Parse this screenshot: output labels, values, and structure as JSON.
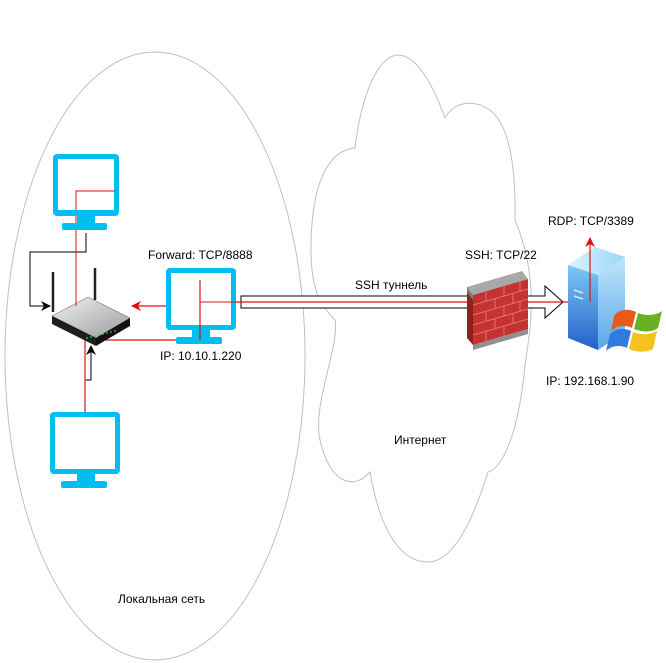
{
  "diagram": {
    "regions": {
      "local_network": "Локальная сеть",
      "internet": "Интернет"
    },
    "labels": {
      "forward": "Forward: TCP/8888",
      "client_ip": "IP: 10.10.1.220",
      "tunnel": "SSH туннель",
      "ssh_port": "SSH: TCP/22",
      "rdp_port": "RDP: TCP/3389",
      "server_ip": "IP: 192.168.1.90"
    },
    "nodes": [
      {
        "id": "pc-top",
        "type": "monitor-icon"
      },
      {
        "id": "pc-bottom",
        "type": "monitor-icon"
      },
      {
        "id": "pc-client",
        "type": "monitor-icon"
      },
      {
        "id": "router",
        "type": "wifi-router-icon"
      },
      {
        "id": "firewall",
        "type": "firewall-icon"
      },
      {
        "id": "server",
        "type": "windows-server-icon"
      }
    ],
    "colors": {
      "monitor": "#00BEF2",
      "red_link": "#E01010",
      "black_link": "#000000",
      "outline": "#C0C0C0",
      "brick": "#C03030"
    }
  }
}
